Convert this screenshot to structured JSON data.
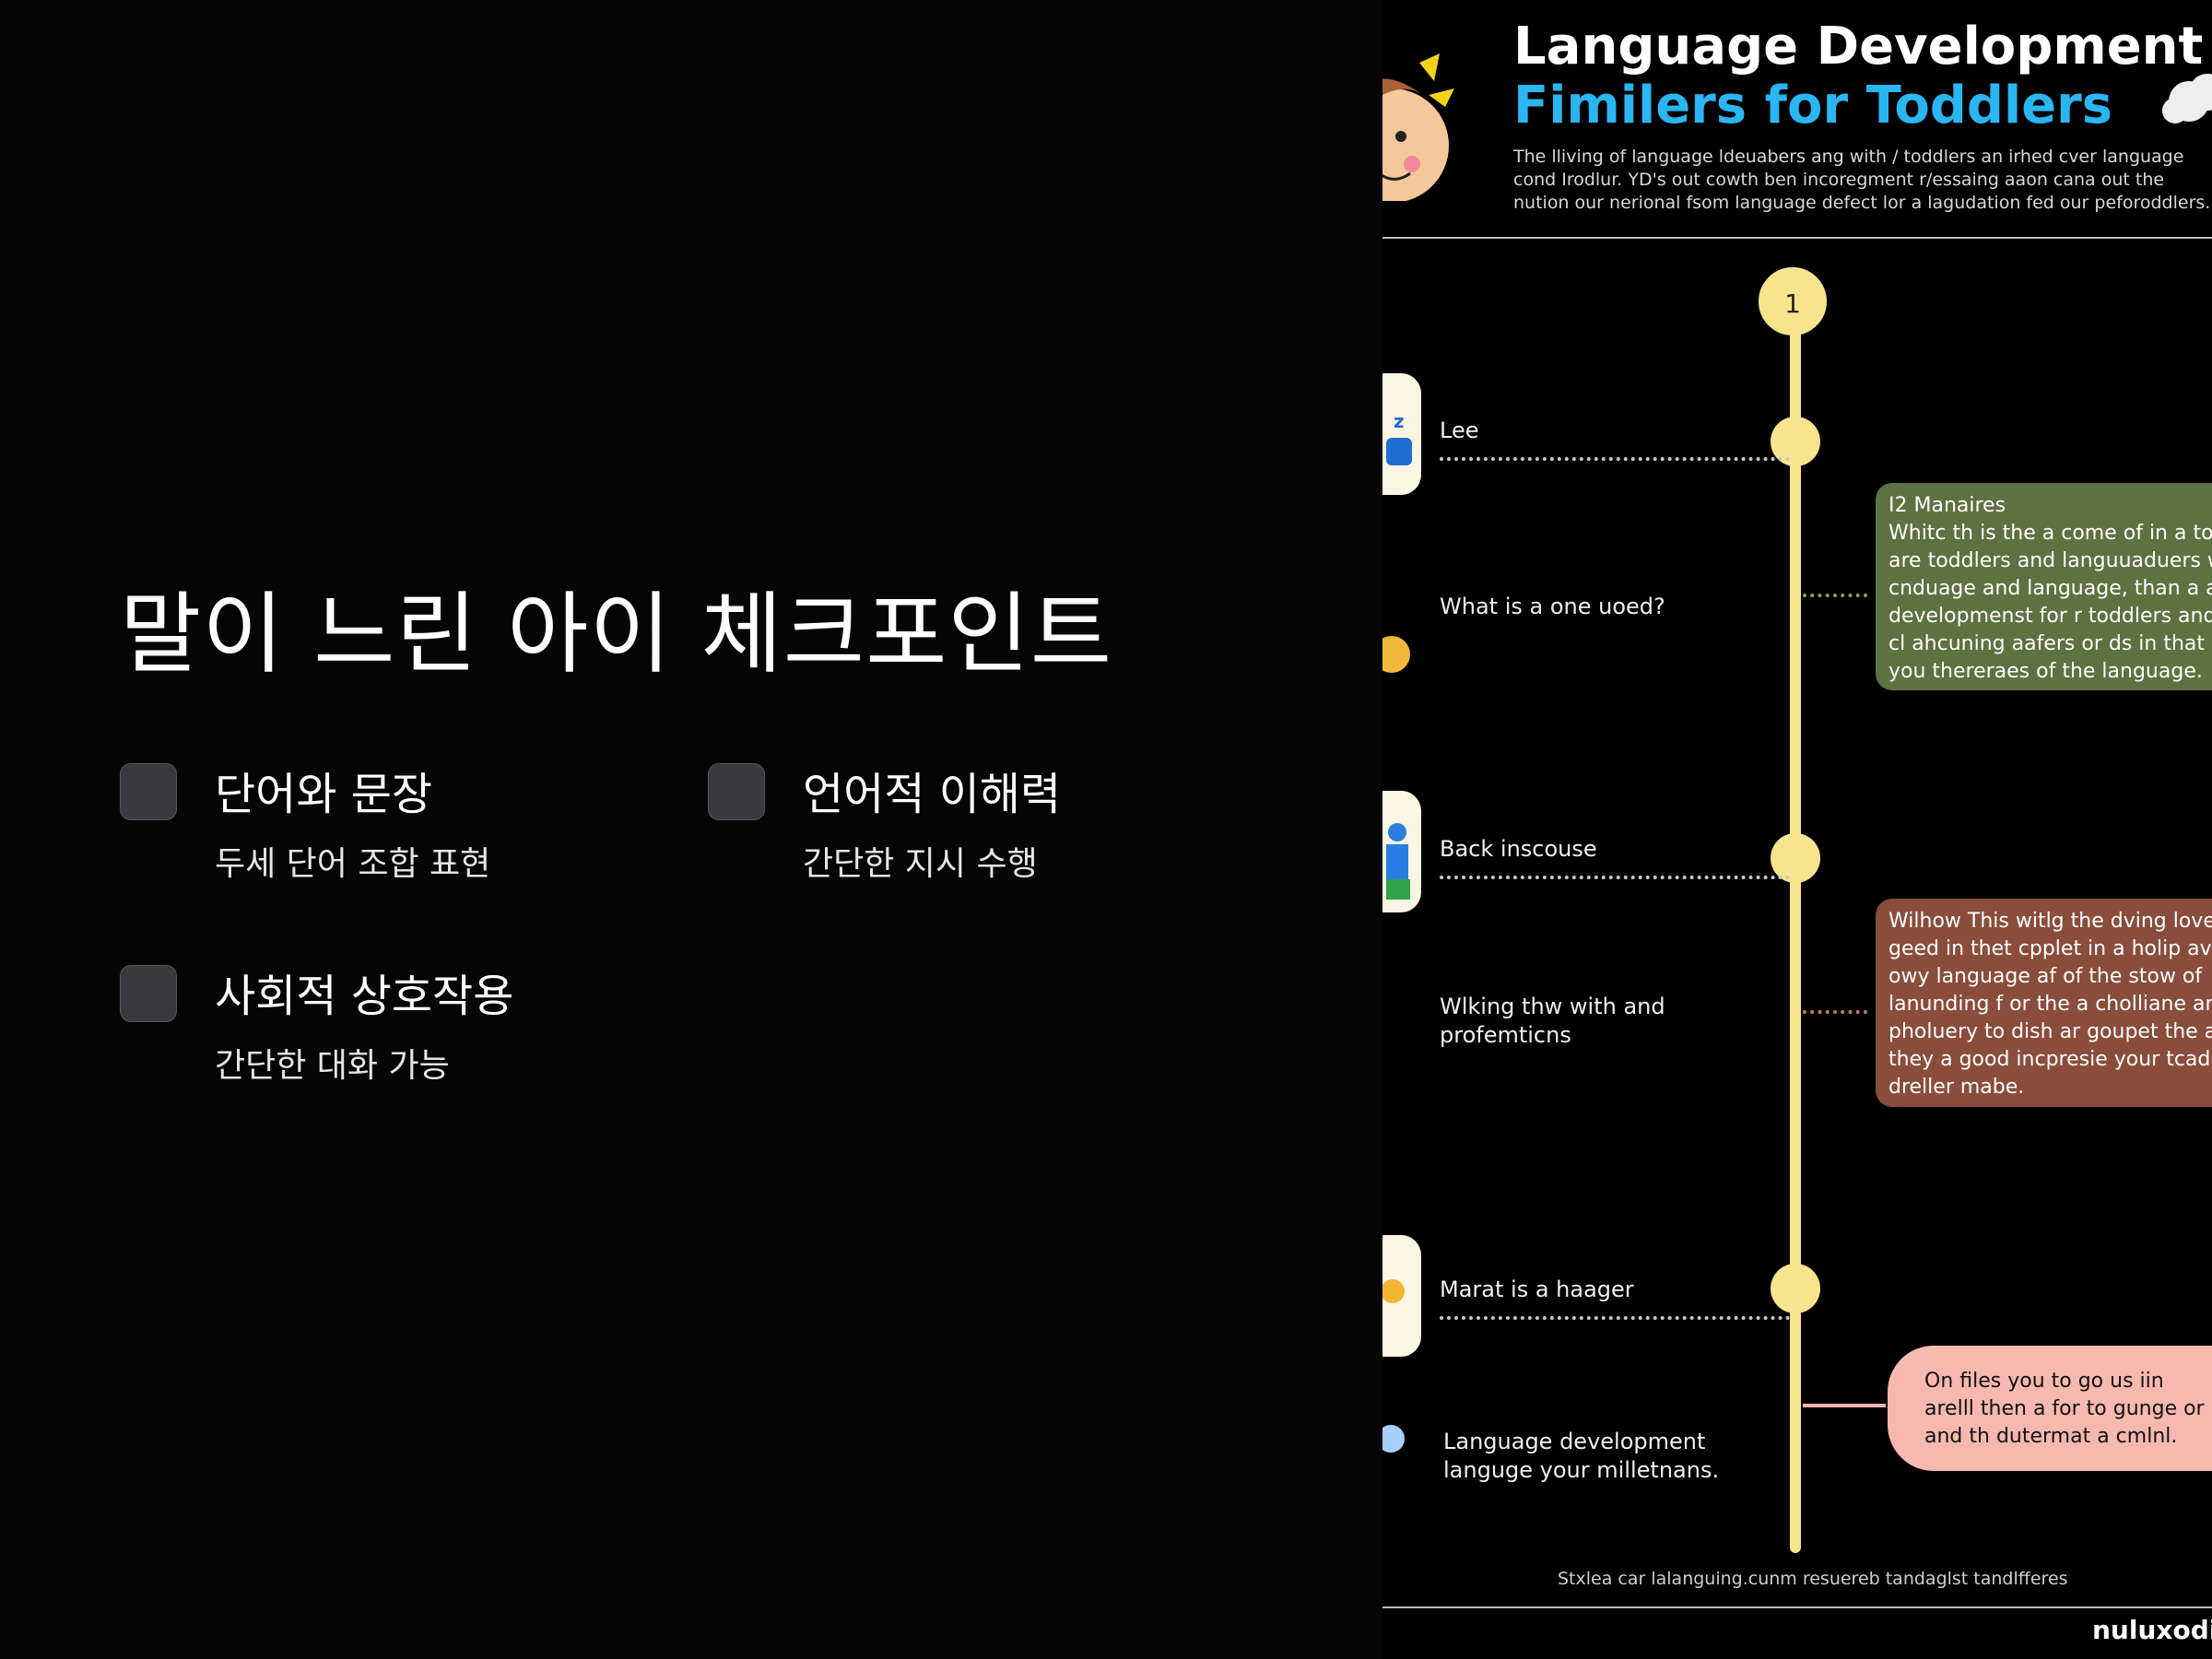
{
  "left": {
    "title": "말이 느린 아이 체크포인트",
    "items": [
      {
        "title": "단어와 문장",
        "subtitle": "두세 단어 조합 표현"
      },
      {
        "title": "언어적 이해력",
        "subtitle": "간단한 지시 수행"
      },
      {
        "title": "사회적 상호작용",
        "subtitle": "간단한 대화 가능"
      }
    ]
  },
  "right": {
    "title_line1": "Language Development",
    "title_line2": "Fimilers for Toddlers",
    "description": "The lliving of language ldeuabers ang with / toddlers an irhed cver language cond Irodlur. YD's out cowth ben incoregment r/essaing aaon cana out the nution our nerional fsom language defect lor a lagudation fed our peforoddlers.",
    "step_number": "1",
    "labels": [
      "Lee",
      "What is a one uoed?",
      "Back inscouse",
      "Wlking thw with and profemticns",
      "Marat is a haager",
      "Language development languge your milletnans."
    ],
    "cards": [
      {
        "title": "I2 Manaires",
        "body": "Whitc th is the a come of in a toc are toddlers and languuaduers w cnduage and language, than a an developmenst for r toddlers and cl ahcuning aafers or ds in that you thereraes of the language.",
        "color": "#5c7240"
      },
      {
        "title": "",
        "body": "Wilhow This witlg the dving love geed in thet cpplet in a holip avi owy language af of the stow of lanunding f or the a cholliane anc pholuery to dish ar goupet the au they a good incpresie your tcadk dreller mabe.",
        "color": "#8a4d3b"
      },
      {
        "title": "",
        "body": "On files you to go us iin arelll then a for to gunge or and th dutermat a cmlnl.",
        "color": "#f7b8b0"
      }
    ],
    "footer": "Stxlea car lalanguing.cunm resuereb tandaglst tandlfferes",
    "brand": "nuluxodifi"
  }
}
